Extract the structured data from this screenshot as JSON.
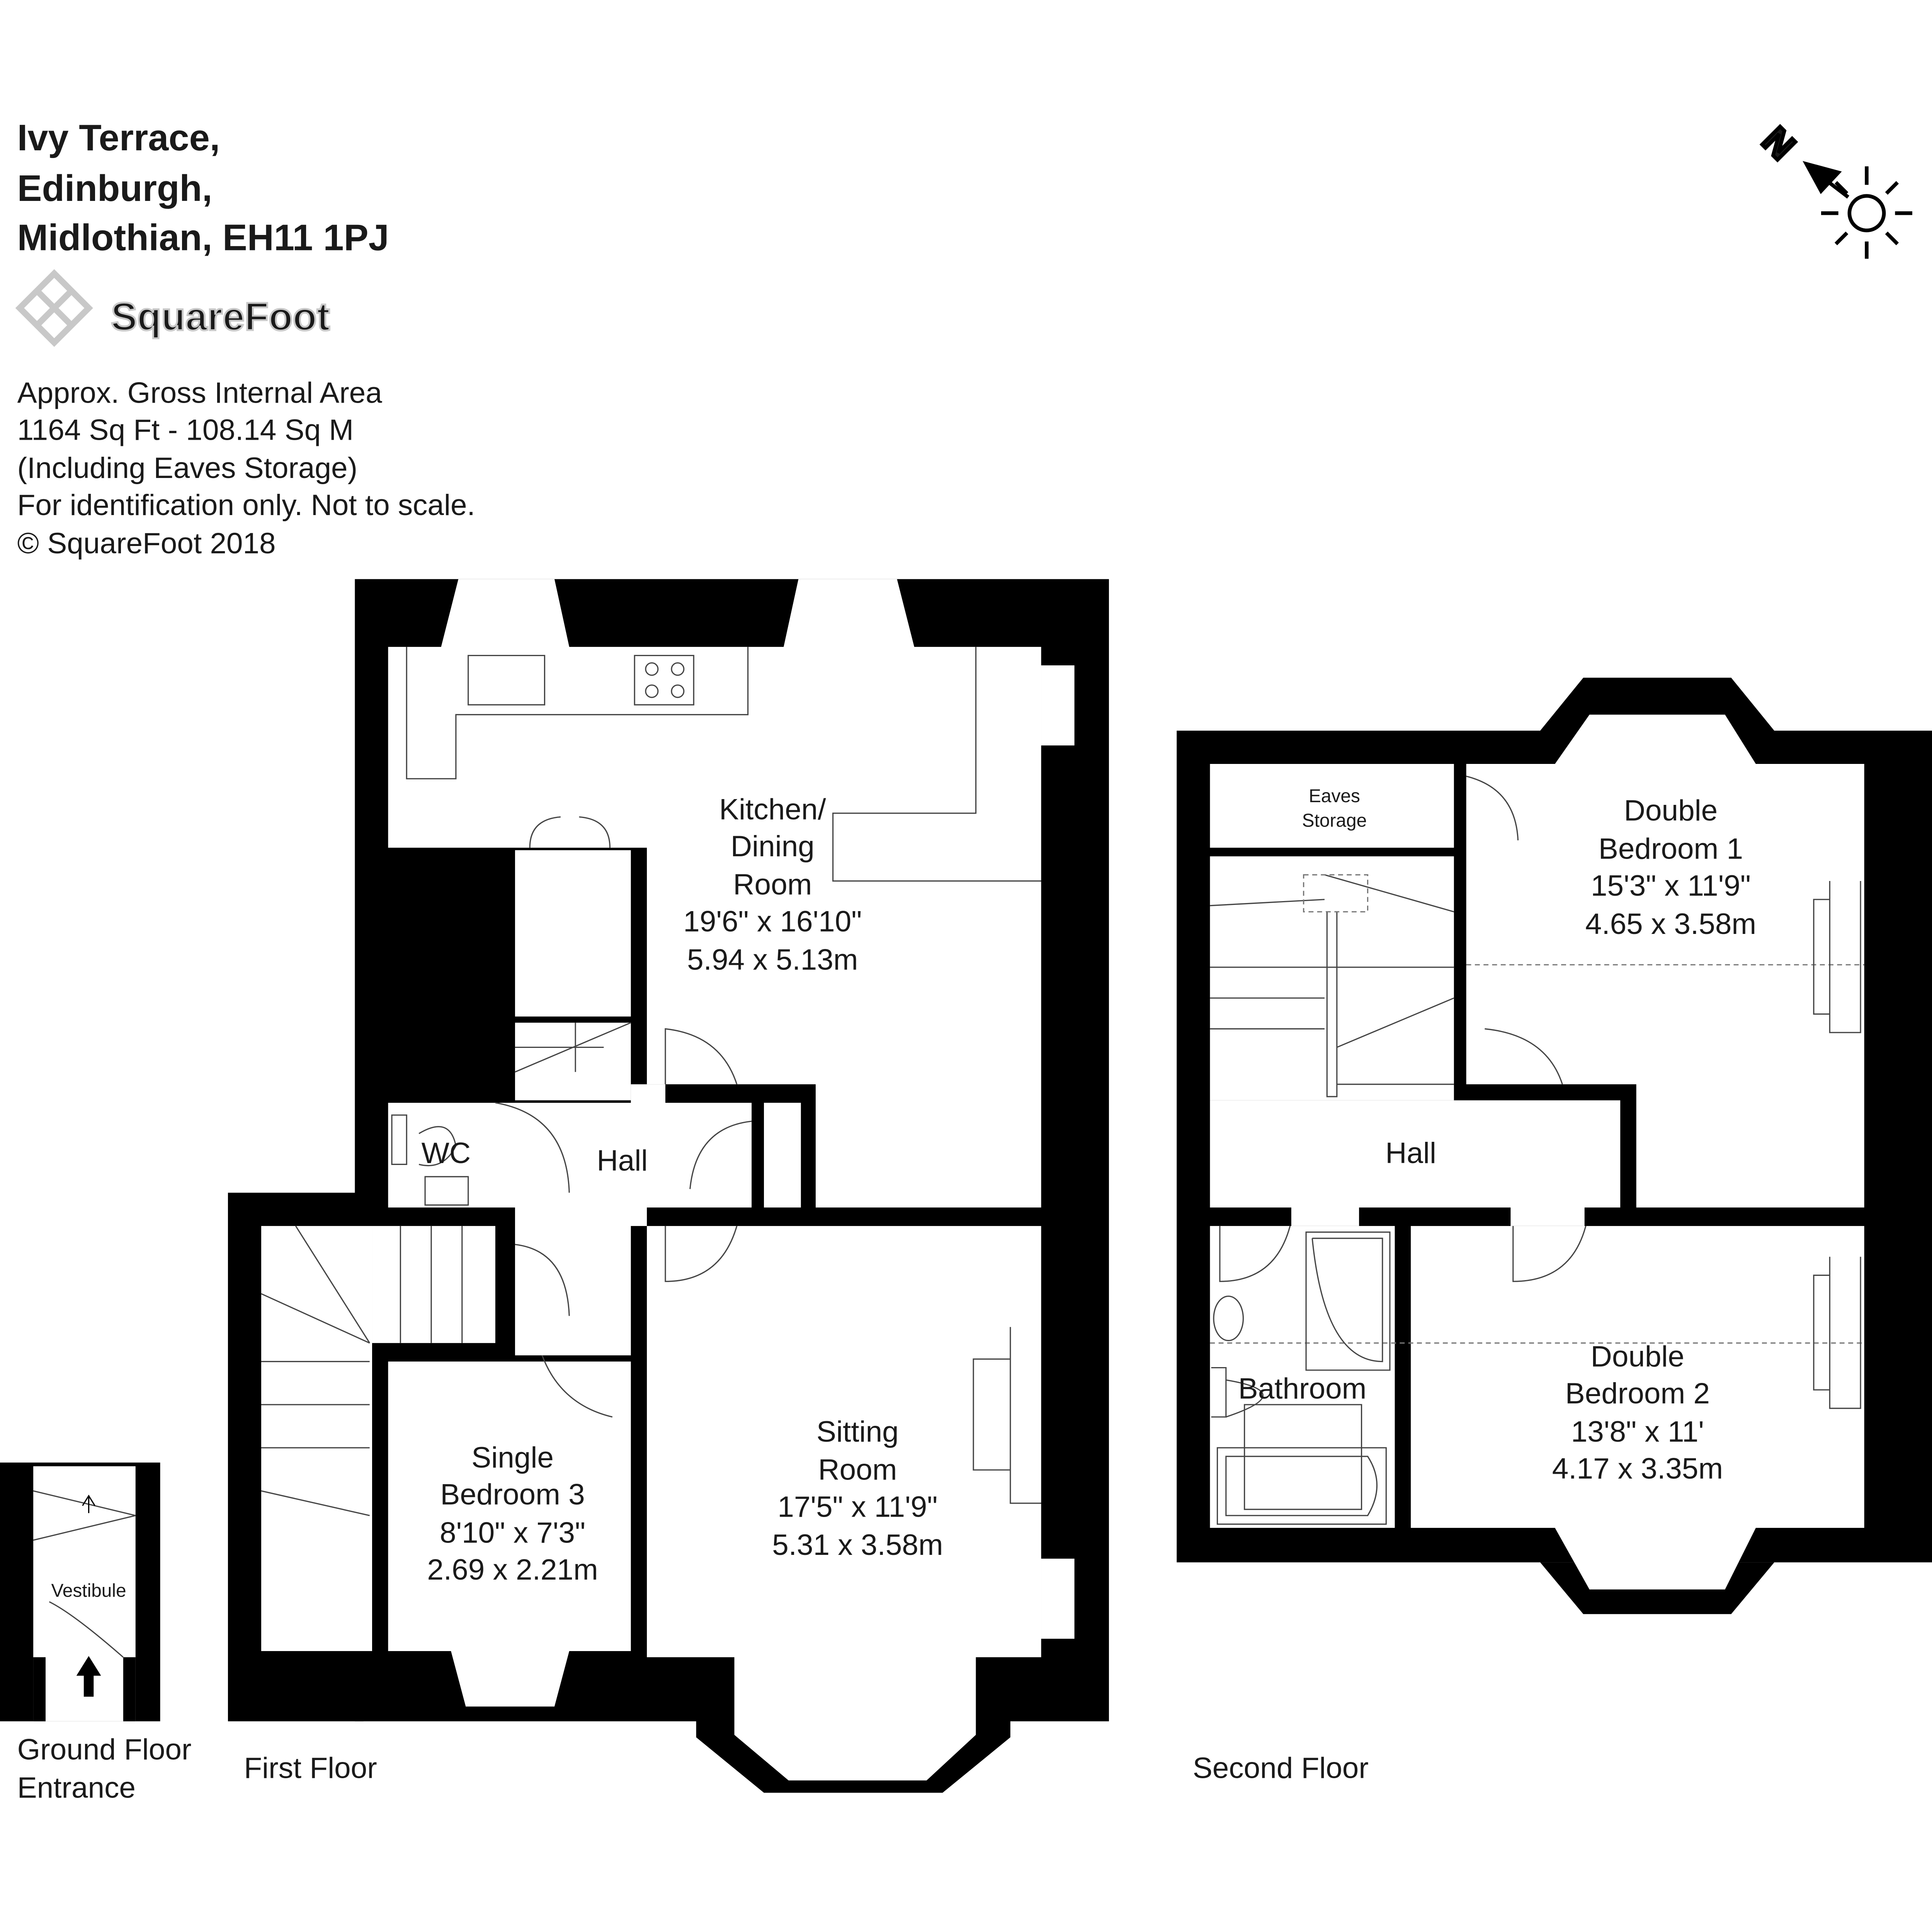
{
  "address": {
    "line1": "Ivy Terrace,",
    "line2": "Edinburgh,",
    "line3": "Midlothian, EH11 1PJ"
  },
  "logo": {
    "text": "SquareFoot"
  },
  "info": {
    "line1": "Approx. Gross Internal Area",
    "line2": "1164 Sq Ft  -  108.14 Sq M",
    "line3": "(Including Eaves Storage)",
    "line4": "For identification only. Not to scale.",
    "line5": "© SquareFoot 2018"
  },
  "compass": {
    "label": "N"
  },
  "floors": {
    "ground": {
      "label1": "Ground Floor",
      "label2": "Entrance",
      "rooms": {
        "vestibule": "Vestibule"
      }
    },
    "first": {
      "label": "First Floor",
      "kitchen": {
        "name1": "Kitchen/",
        "name2": "Dining",
        "name3": "Room",
        "imperial": "19'6\" x 16'10\"",
        "metric": "5.94 x 5.13m"
      },
      "wc": "WC",
      "hall": "Hall",
      "bedroom3": {
        "name1": "Single",
        "name2": "Bedroom 3",
        "imperial": "8'10\" x 7'3\"",
        "metric": "2.69 x 2.21m"
      },
      "sitting": {
        "name1": "Sitting",
        "name2": "Room",
        "imperial": "17'5\" x 11'9\"",
        "metric": "5.31 x 3.58m"
      }
    },
    "second": {
      "label": "Second Floor",
      "eaves": {
        "name1": "Eaves",
        "name2": "Storage"
      },
      "bedroom1": {
        "name1": "Double",
        "name2": "Bedroom 1",
        "imperial": "15'3\" x 11'9\"",
        "metric": "4.65 x 3.58m"
      },
      "hall": "Hall",
      "bathroom": "Bathroom",
      "bedroom2": {
        "name1": "Double",
        "name2": "Bedroom 2",
        "imperial": "13'8\" x 11'",
        "metric": "4.17 x 3.35m"
      }
    }
  }
}
